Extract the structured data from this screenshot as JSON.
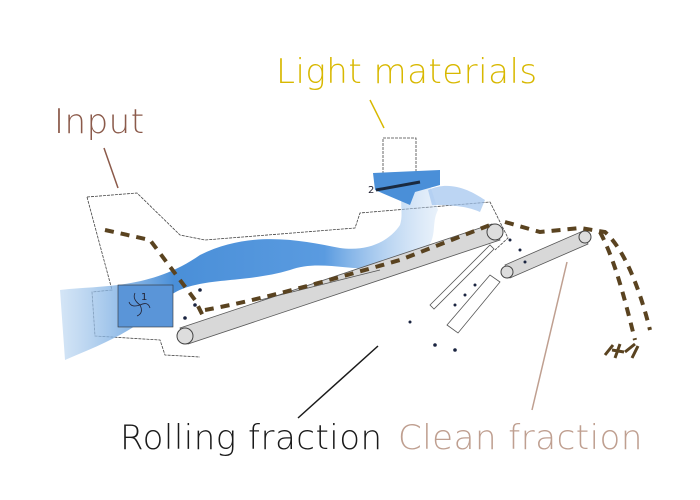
{
  "labels": {
    "input": "Input",
    "light_materials": "Light materials",
    "rolling_fraction": "Rolling fraction",
    "clean_fraction": "Clean fraction",
    "fan_number": "1",
    "separator_number": "2"
  },
  "colors": {
    "input": "#8b5a4a",
    "light_materials": "#d8b800",
    "rolling_fraction": "#1a1a1a",
    "clean_fraction": "#bf9f90",
    "airflow": "#4a8fd8",
    "material": "#5a4320",
    "belt": "#d8d8d8"
  }
}
